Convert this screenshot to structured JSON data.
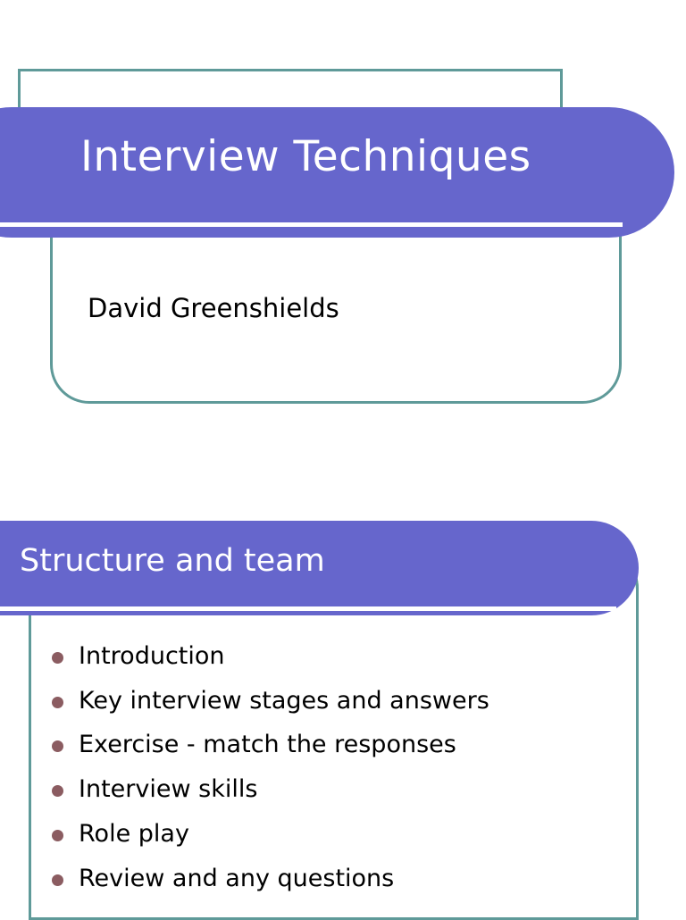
{
  "document": {
    "kind": "presentation-handout",
    "colors": {
      "accent_purple": "#6666CC",
      "frame_teal": "#5F9A99",
      "bullet_mauve": "#8B5C61",
      "title_text": "#FFFFFF",
      "body_text": "#000000",
      "page_background": "#FFFFFF"
    }
  },
  "slides": [
    {
      "title": "Interview Techniques",
      "subtitle": "David Greenshields"
    },
    {
      "title": "Structure and team",
      "bullets": [
        "Introduction",
        "Key interview stages and answers",
        "Exercise - match the responses",
        "Interview skills",
        "Role play",
        "Review and any questions"
      ]
    }
  ]
}
